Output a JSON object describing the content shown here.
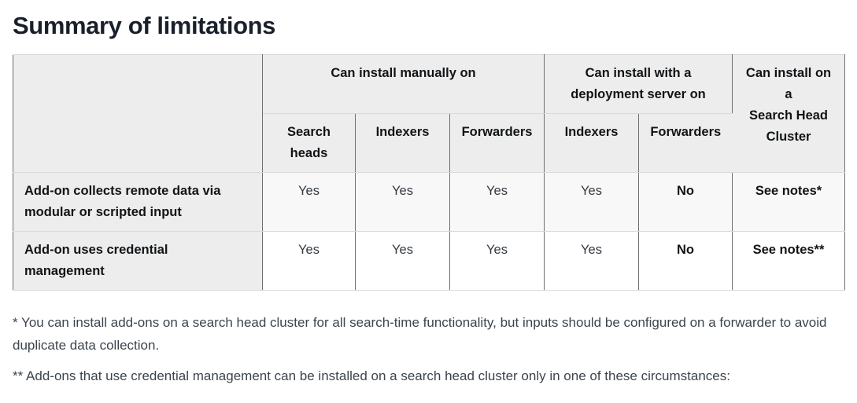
{
  "page": {
    "title": "Summary of limitations"
  },
  "table": {
    "corner": "",
    "groups": {
      "manual": "Can install manually on",
      "deployment": "Can install with a\ndeployment server on",
      "shc": "Can install on\na\nSearch Head\nCluster"
    },
    "columns": [
      "Search\nheads",
      "Indexers",
      "Forwarders",
      "Indexers",
      "Forwarders"
    ],
    "rows": [
      {
        "label": "Add-on collects remote data via\nmodular or scripted input",
        "cells": [
          "Yes",
          "Yes",
          "Yes",
          "Yes",
          "No",
          "See notes*"
        ]
      },
      {
        "label": "Add-on uses credential\nmanagement",
        "cells": [
          "Yes",
          "Yes",
          "Yes",
          "Yes",
          "No",
          "See notes**"
        ]
      }
    ]
  },
  "footnotes": [
    {
      "marker": "*",
      "text": "You can install add-ons on a search head cluster for all search-time functionality, but inputs should be configured on a forwarder to avoid duplicate data collection."
    },
    {
      "marker": "**",
      "text": "Add-ons that use credential management can be installed on a search head cluster only in one of these circumstances:"
    }
  ],
  "colors": {
    "heading_text": "#1a202a",
    "header_cell_bg": "#ededed",
    "row_stripe_bg": "#f8f8f8",
    "vertical_border": "#6f6f6f",
    "horizontal_border": "#d9d9d9",
    "body_text": "#3c444d"
  }
}
